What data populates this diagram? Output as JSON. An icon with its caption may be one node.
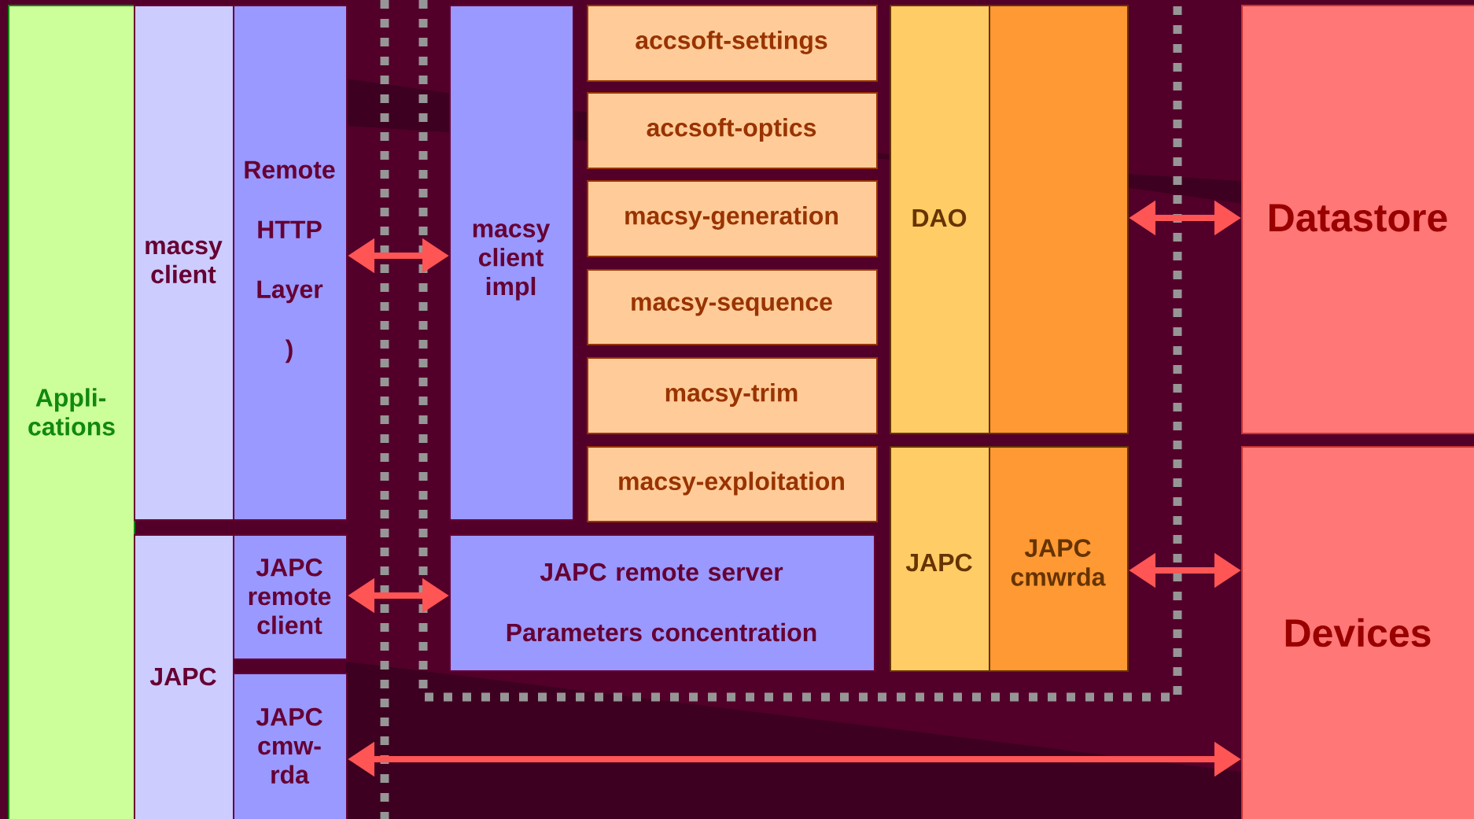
{
  "diagram": {
    "nodes": [
      {
        "text": [
          "Appli- cations"
        ]
      },
      {
        "text": [
          "macsy client"
        ]
      },
      {
        "text": [
          "Remote HTTP Layer )"
        ]
      },
      {
        "text": [
          "macsy client impl"
        ]
      },
      {
        "text": [
          "accsoft-settings"
        ]
      },
      {
        "text": [
          "accsoft-optics"
        ]
      },
      {
        "text": [
          "macsy-generation"
        ]
      },
      {
        "text": [
          "macsy-sequence"
        ]
      },
      {
        "text": [
          "macsy-trim"
        ]
      },
      {
        "text": [
          "macsy-exploitation"
        ]
      },
      {
        "text": [
          "DAO"
        ]
      },
      {
        "text": [],
        "shape": "box"
      },
      {
        "text": [
          "Datastore"
        ]
      },
      {
        "text": [
          "JAPC"
        ]
      },
      {
        "text": [
          "JAPC remote client"
        ]
      },
      {
        "text": [
          "JAPC remote server",
          "Parameters concentration"
        ]
      },
      {
        "text": [
          "JAPC"
        ]
      },
      {
        "text": [
          "JAPC cmwrda"
        ]
      },
      {
        "text": [
          "Devices"
        ]
      },
      {
        "text": [
          "JAPC cmw- rda"
        ]
      }
    ],
    "edges": [
      {
        "from": 2,
        "to": 3,
        "arrow": "both"
      },
      {
        "from": 11,
        "to": 12,
        "arrow": "both"
      },
      {
        "from": 14,
        "to": 15,
        "arrow": "both"
      },
      {
        "from": 17,
        "to": 18,
        "arrow": "both"
      },
      {
        "from": 19,
        "to": 18,
        "arrow": "both"
      }
    ]
  }
}
